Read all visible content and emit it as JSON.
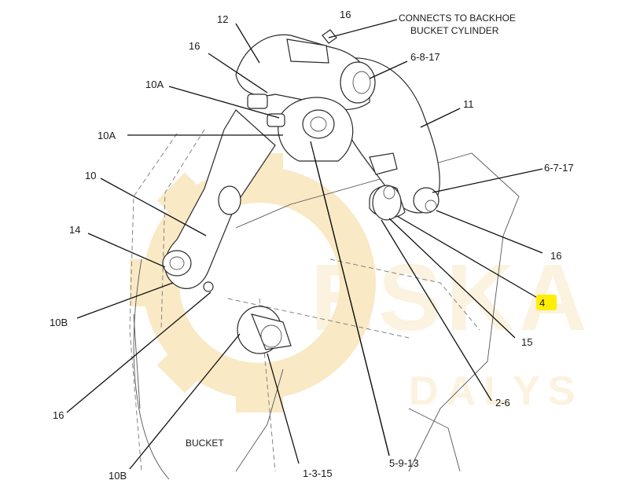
{
  "diagram": {
    "notes": {
      "backhoe_line1": "CONNECTS TO BACKHOE",
      "backhoe_line2": "BUCKET CYLINDER",
      "bucket": "BUCKET"
    },
    "callouts": {
      "c16_top": "16",
      "c12": "12",
      "c16_upper_left": "16",
      "c6_8_17": "6-8-17",
      "c10a_upper": "10A",
      "c11": "11",
      "c10a_lower": "10A",
      "c6_7_17": "6-7-17",
      "c10": "10",
      "c16_right": "16",
      "c14": "14",
      "c4": "4",
      "c15": "15",
      "c10b_upper": "10B",
      "c2_6": "2-6",
      "c16_lower_left": "16",
      "c10b_lower": "10B",
      "c1_3_15": "1-3-15",
      "c5_9_13": "5-9-13"
    },
    "highlight_color": "#ffee00",
    "watermark": {
      "line1": "ESKA",
      "line2": "DALYS",
      "color": "#f3d28a"
    }
  }
}
